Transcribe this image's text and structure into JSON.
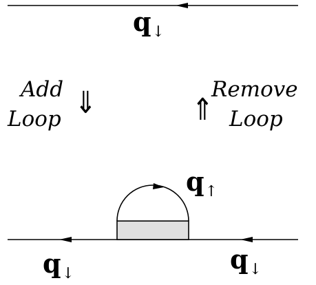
{
  "top_diagram": {
    "line_label": "q",
    "line_label_spin": "↓"
  },
  "transitions": {
    "add": {
      "word1": "Add",
      "word2": "Loop",
      "arrow": "⇓"
    },
    "remove": {
      "word1": "Remove",
      "word2": "Loop",
      "arrow": "⇑"
    }
  },
  "bottom_diagram": {
    "loop_label": "q",
    "loop_label_spin": "↑",
    "left_label": "q",
    "left_label_spin": "↓",
    "right_label": "q",
    "right_label_spin": "↓"
  },
  "colors": {
    "line": "#000000",
    "box_fill": "#e0e0e0"
  }
}
